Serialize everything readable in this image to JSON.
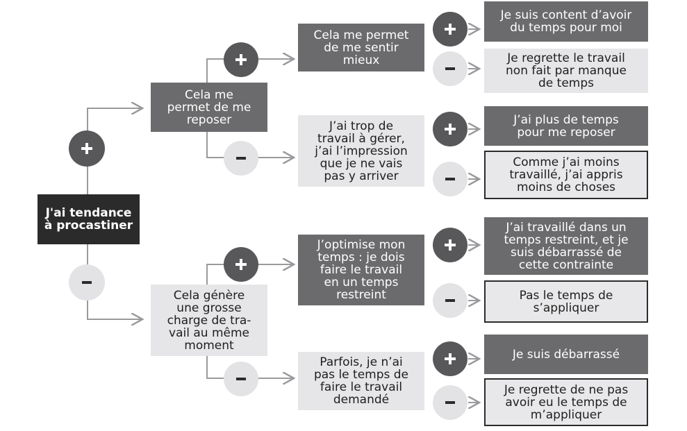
{
  "root": "J'ai tendance\nà procastiner",
  "level1": {
    "plus": "Cela me\npermet de me\nreposer",
    "minus": "Cela génère\nune grosse\ncharge de tra-\nvail au même\nmoment"
  },
  "level2": {
    "plus_plus": "Cela me permet\nde me sentir\nmieux",
    "plus_minus": "J’ai trop de\ntravail à gérer,\nj’ai l’impression\nque je ne vais\npas y arriver",
    "minus_plus": "J’optimise mon\ntemps : je dois\nfaire le travail\nen un temps\nrestreint",
    "minus_minus": "Parfois, je n’ai\npas le temps de\nfaire le travail\ndemandé"
  },
  "level3": {
    "ppp": "Je suis content d’avoir\ndu temps pour moi",
    "ppm": "Je regrette le travail\nnon fait par manque\nde temps",
    "pmp": "J’ai plus de temps\npour me reposer",
    "pmm": "Comme j’ai moins\ntravaillé, j’ai appris\nmoins de choses",
    "mpp": "J’ai travaillé dans un\ntemps restreint, et je\nsuis débarrassé de\ncette contrainte",
    "mpm": "Pas le temps de\ns’appliquer",
    "mmp": "Je suis débarrassé",
    "mmm": "Je regrette de ne pas\navoir eu le temps de\nm’appliquer"
  },
  "colors": {
    "dark_box": "#6b6b6d",
    "light_box": "#e6e6e8",
    "root_box": "#2b2b2c",
    "connector": "#9a9a9c",
    "plus_circle": "#58585a",
    "minus_circle": "#e3e3e5"
  },
  "icons": {
    "positive": "plus-icon",
    "negative": "minus-icon"
  }
}
